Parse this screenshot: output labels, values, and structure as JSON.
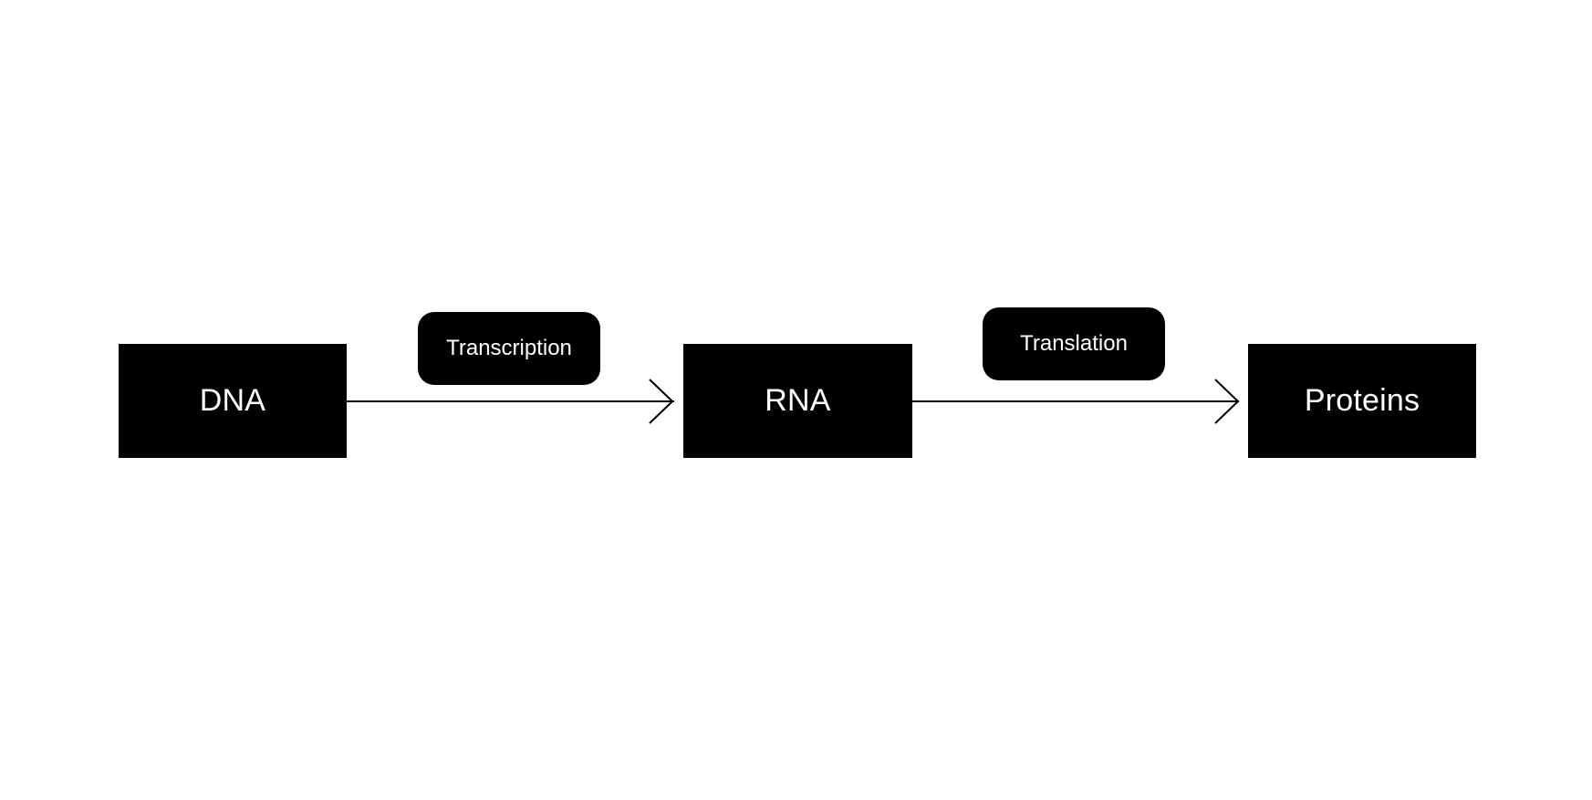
{
  "diagram": {
    "nodes": [
      {
        "id": "dna",
        "label": "DNA"
      },
      {
        "id": "rna",
        "label": "RNA"
      },
      {
        "id": "proteins",
        "label": "Proteins"
      }
    ],
    "edges": [
      {
        "from": "dna",
        "to": "rna",
        "label": "Transcription"
      },
      {
        "from": "rna",
        "to": "proteins",
        "label": "Translation"
      }
    ],
    "colors": {
      "background": "#ffffff",
      "box_fill": "#000000",
      "box_text": "#ffffff",
      "arrow": "#000000"
    }
  }
}
